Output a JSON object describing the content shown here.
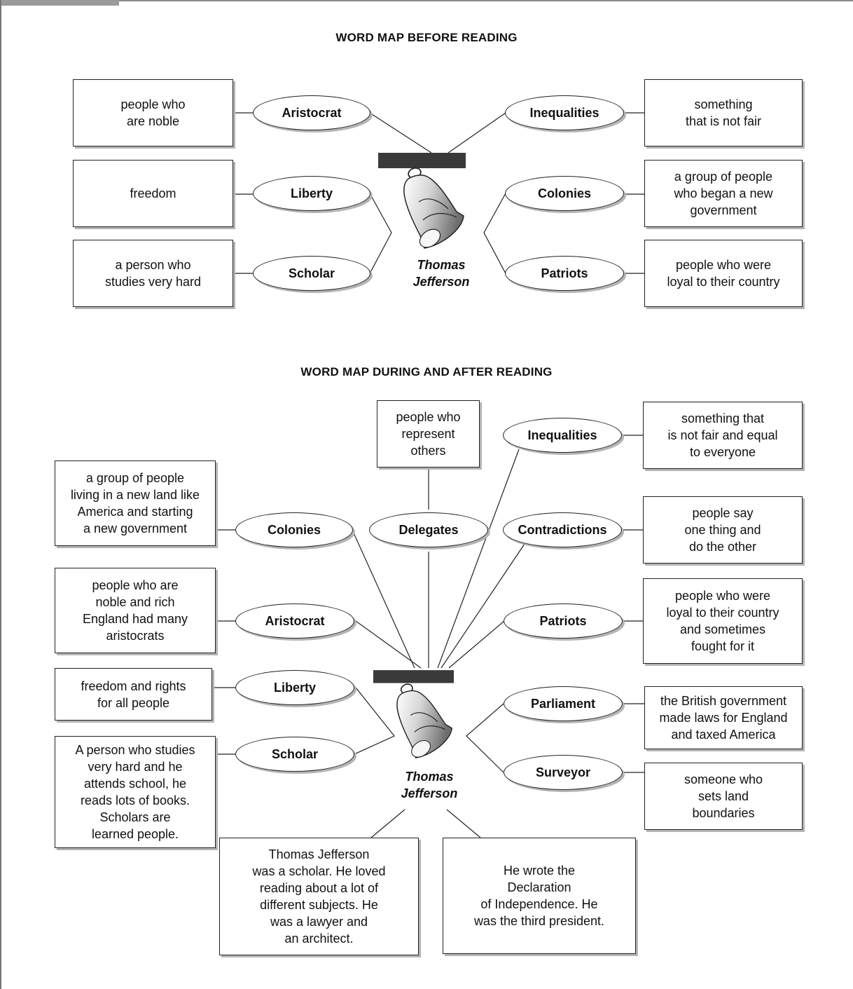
{
  "map1": {
    "title": "WORD MAP BEFORE READING",
    "center": "Thomas\nJefferson",
    "terms": {
      "aristocrat": "Aristocrat",
      "liberty": "Liberty",
      "scholar": "Scholar",
      "inequalities": "Inequalities",
      "colonies": "Colonies",
      "patriots": "Patriots"
    },
    "definitions": {
      "aristocrat": "people who\nare noble",
      "liberty": "freedom",
      "scholar": "a person who\nstudies very hard",
      "inequalities": "something\nthat is not fair",
      "colonies": "a group of people\nwho began a new\ngovernment",
      "patriots": "people who were\nloyal to their country"
    }
  },
  "map2": {
    "title": "WORD MAP DURING AND AFTER READING",
    "center": "Thomas\nJefferson",
    "terms": {
      "colonies": "Colonies",
      "delegates": "Delegates",
      "inequalities": "Inequalities",
      "contradictions": "Contradictions",
      "aristocrat": "Aristocrat",
      "patriots": "Patriots",
      "liberty": "Liberty",
      "parliament": "Parliament",
      "scholar": "Scholar",
      "surveyor": "Surveyor"
    },
    "definitions": {
      "delegates": "people who\nrepresent\nothers",
      "inequalities": "something that\nis not fair and equal\nto everyone",
      "colonies": "a group of people\nliving in a new land like\nAmerica and starting\na new government",
      "contradictions": "people say\none thing and\ndo the other",
      "aristocrat": "people who are\nnoble and rich\nEngland had many\naristocrats",
      "patriots": "people who were\nloyal to their country\nand sometimes\nfought for it",
      "liberty": "freedom and rights\nfor all people",
      "parliament": "the British government\nmade laws for England\nand taxed America",
      "scholar": "A person who studies\nvery hard and he\nattends school, he\nreads lots of books.\nScholars are\nlearned people.",
      "surveyor": "someone who\nsets land\nboundaries"
    },
    "notes": {
      "left": "Thomas Jefferson\nwas a scholar. He loved\nreading about a lot of\ndifferent subjects. He\nwas a lawyer and\nan architect.",
      "right": "He wrote the\nDeclaration\nof Independence. He\nwas the third president."
    }
  },
  "icons": [
    "liberty-bell-icon"
  ]
}
